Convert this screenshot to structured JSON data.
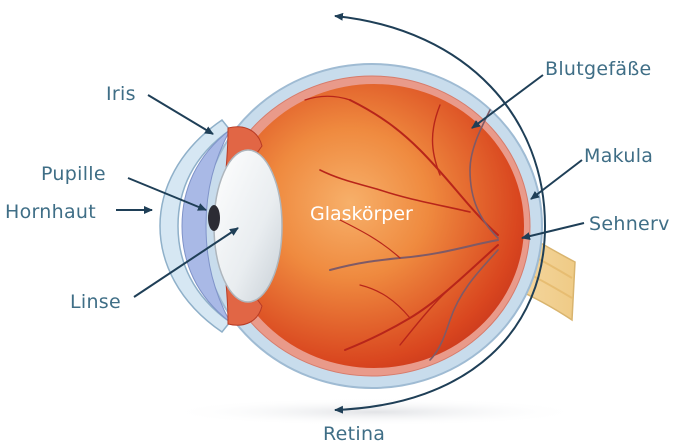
{
  "diagram": {
    "labels": {
      "iris": "Iris",
      "pupille": "Pupille",
      "hornhaut": "Hornhaut",
      "linse": "Linse",
      "glaskoerper": "Glaskörper",
      "blutgefaesse": "Blutgefäße",
      "makula": "Makula",
      "sehnerv": "Sehnerv",
      "retina": "Retina"
    }
  },
  "colors": {
    "label_text": "#3f6e86",
    "arrow": "#1f3f57",
    "eyeball_inner": "#d9461f",
    "sclera": "#bcd3e6",
    "optic_nerve": "#f1d29a"
  }
}
